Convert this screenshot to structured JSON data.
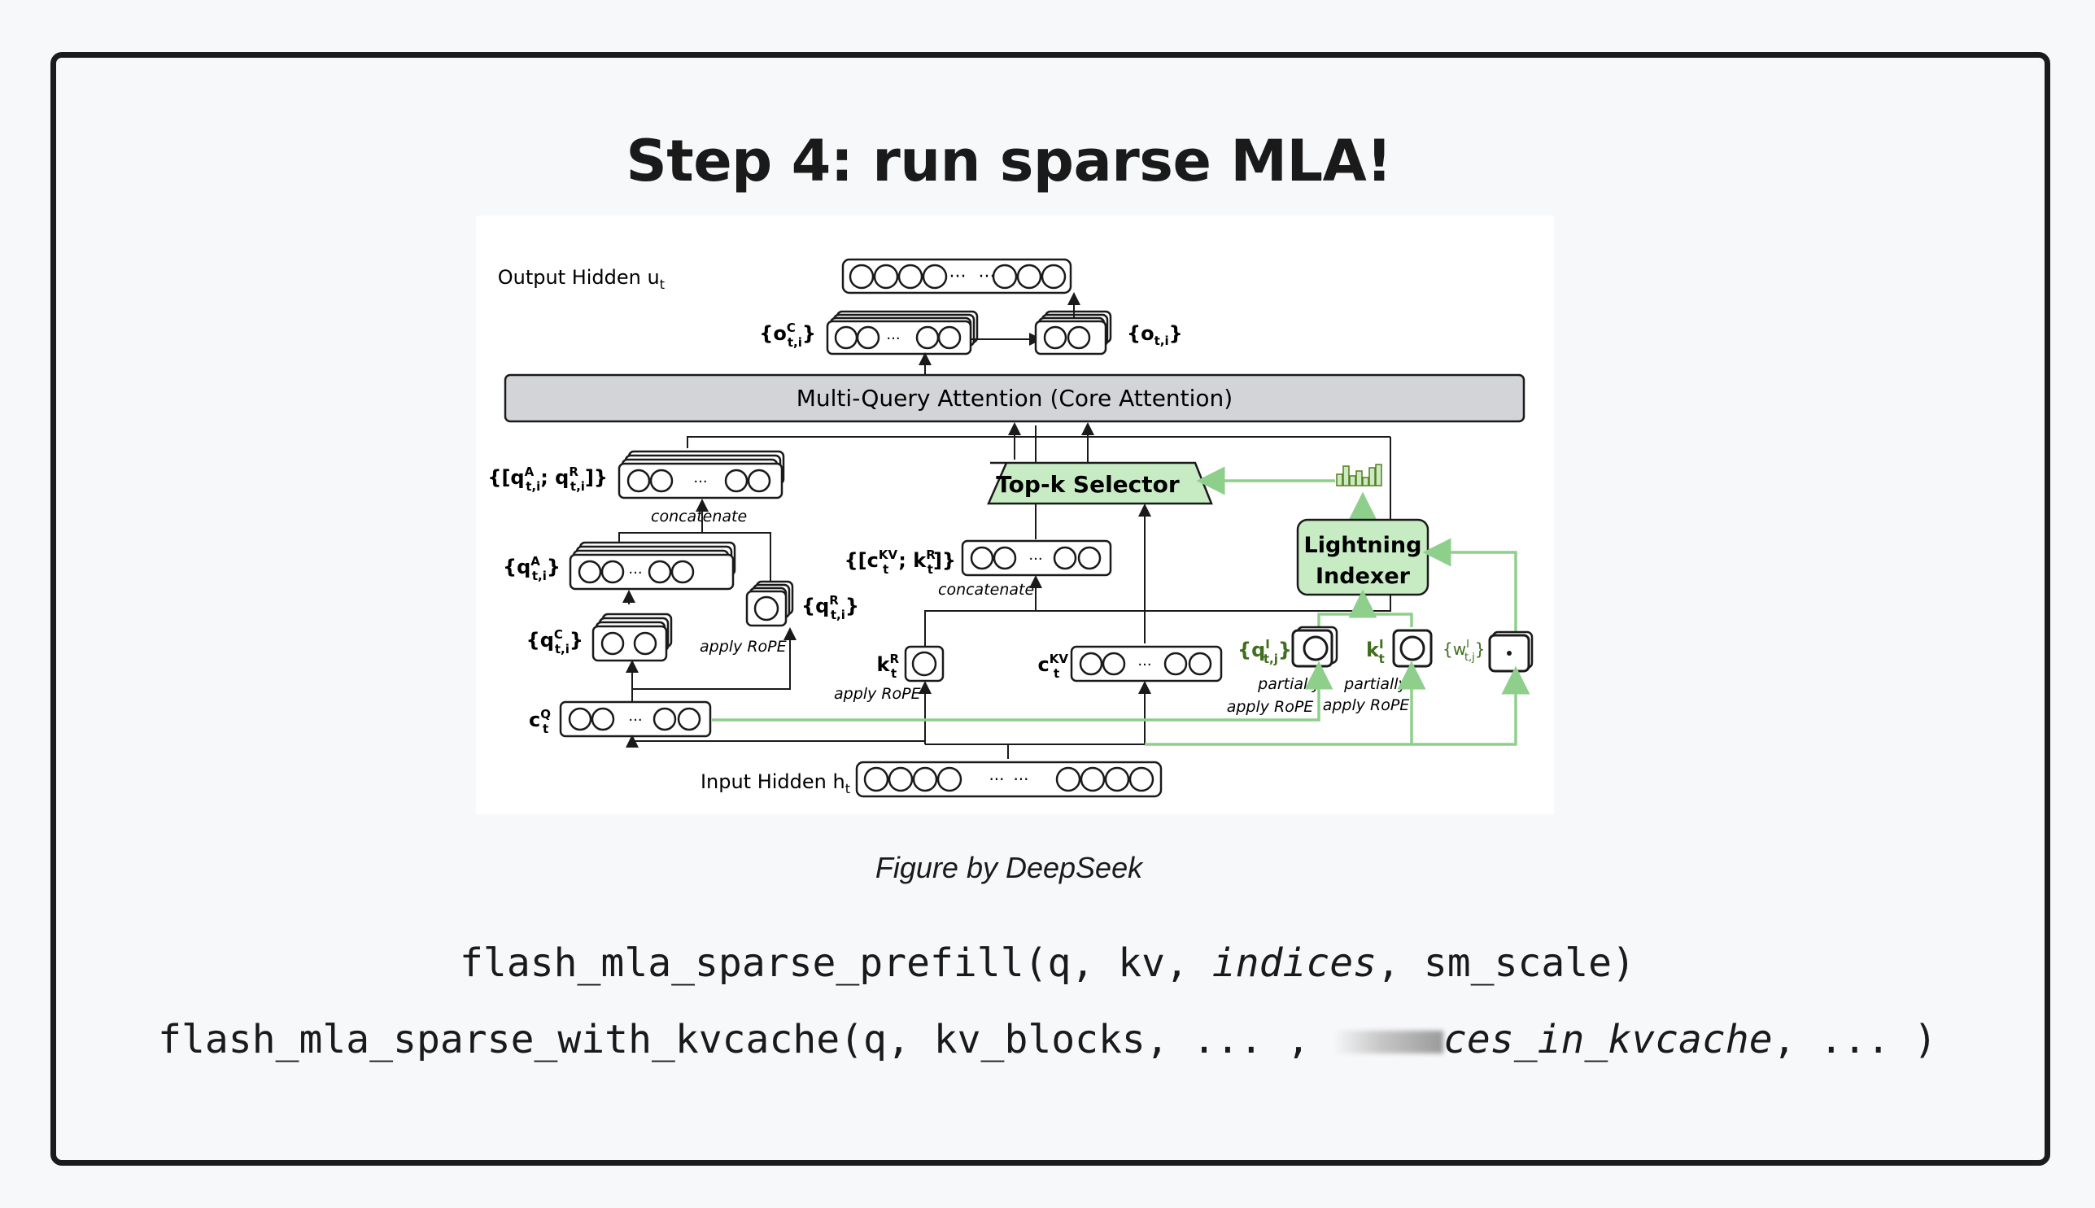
{
  "slide": {
    "title": "Step 4: run sparse MLA!",
    "caption": "Figure by DeepSeek"
  },
  "diagram": {
    "output_label": "Output Hidden u",
    "output_sub": "t",
    "input_label": "Input Hidden h",
    "input_sub": "t",
    "core_attention": "Multi-Query Attention (Core Attention)",
    "topk": "Top-k Selector",
    "indexer_line1": "Lightning",
    "indexer_line2": "Indexer",
    "concatenate": "concatenate",
    "apply_rope": "apply RoPE",
    "partially": "partially",
    "partially_apply_rope": "apply RoPE",
    "ellipsis": "···",
    "colors": {
      "green": "#8fcf8c",
      "green_fill": "#c7ebc3",
      "gray_fill": "#d2d4d7",
      "stroke": "#1a1a1a"
    }
  },
  "code": {
    "line1_fn": "flash_mla_sparse_prefill(q, kv, ",
    "line1_arg": "indices",
    "line1_end": ", sm_scale)",
    "line2_fn": "flash_mla_sparse_with_kvcache(q, kv_blocks, ... , ",
    "line2_arg": "ces_in_kvcache",
    "line2_end": ", ... )"
  }
}
